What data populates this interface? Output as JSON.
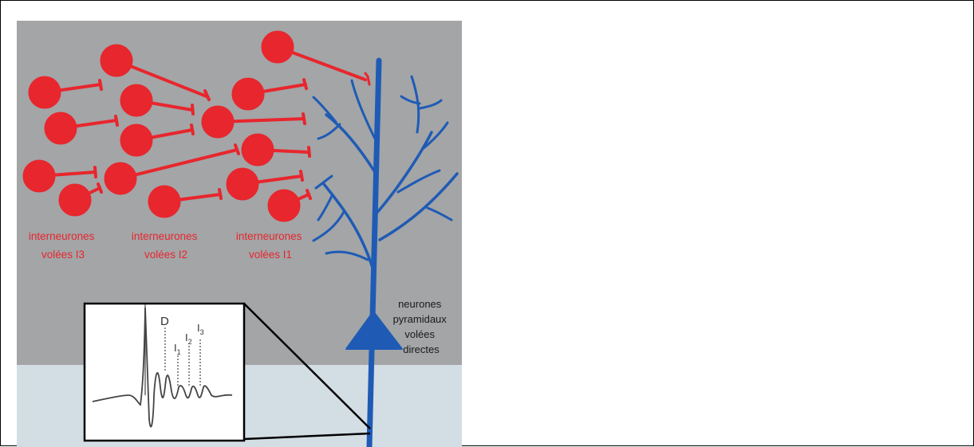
{
  "colors": {
    "background_top": "#a3a5a7",
    "background_bottom": "#d3dde4",
    "interneuron": "#e8262d",
    "pyramidal_neuron": "#1f5bb5"
  },
  "labels": {
    "group_i3": [
      "interneurones",
      "volées I3"
    ],
    "group_i2": [
      "interneurones",
      "volées I2"
    ],
    "group_i1": [
      "interneurones",
      "volées I1"
    ],
    "pyramidal": [
      "neurones",
      "pyramidaux",
      "volées",
      "directes"
    ]
  },
  "inset": {
    "peak_d": "D",
    "peak_i1": "I",
    "peak_i1_sub": "1",
    "peak_i2": "I",
    "peak_i2_sub": "2",
    "peak_i3": "I",
    "peak_i3_sub": "3"
  }
}
